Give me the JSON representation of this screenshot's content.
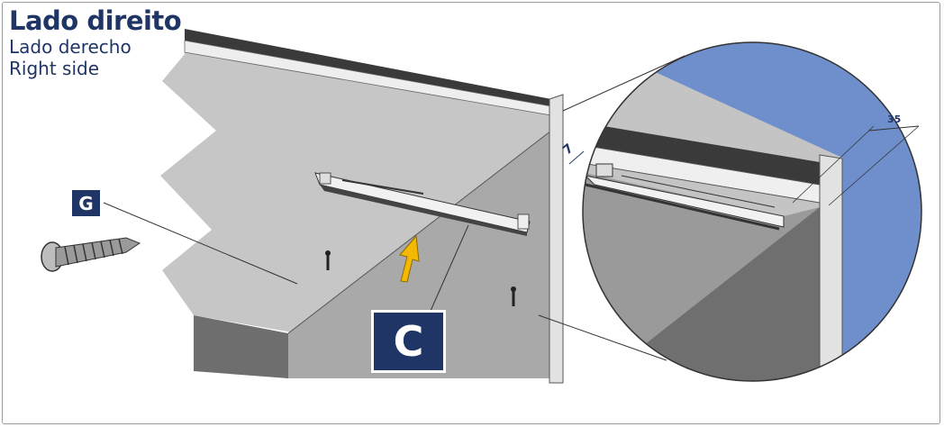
{
  "title": {
    "main": "Lado direito",
    "sub1": "Lado derecho",
    "sub2": "Right side"
  },
  "labels": {
    "g": "G",
    "c": "C"
  },
  "dimensions": {
    "gap": "7",
    "depth": "35"
  },
  "colors": {
    "navy": "#1f3565",
    "arrow": "#f5b800",
    "wall_light": "#c4c4c4",
    "wall_mid": "#a8a8a8",
    "wall_dark": "#6f6f6f",
    "sky_blue": "#6f8fcc"
  }
}
